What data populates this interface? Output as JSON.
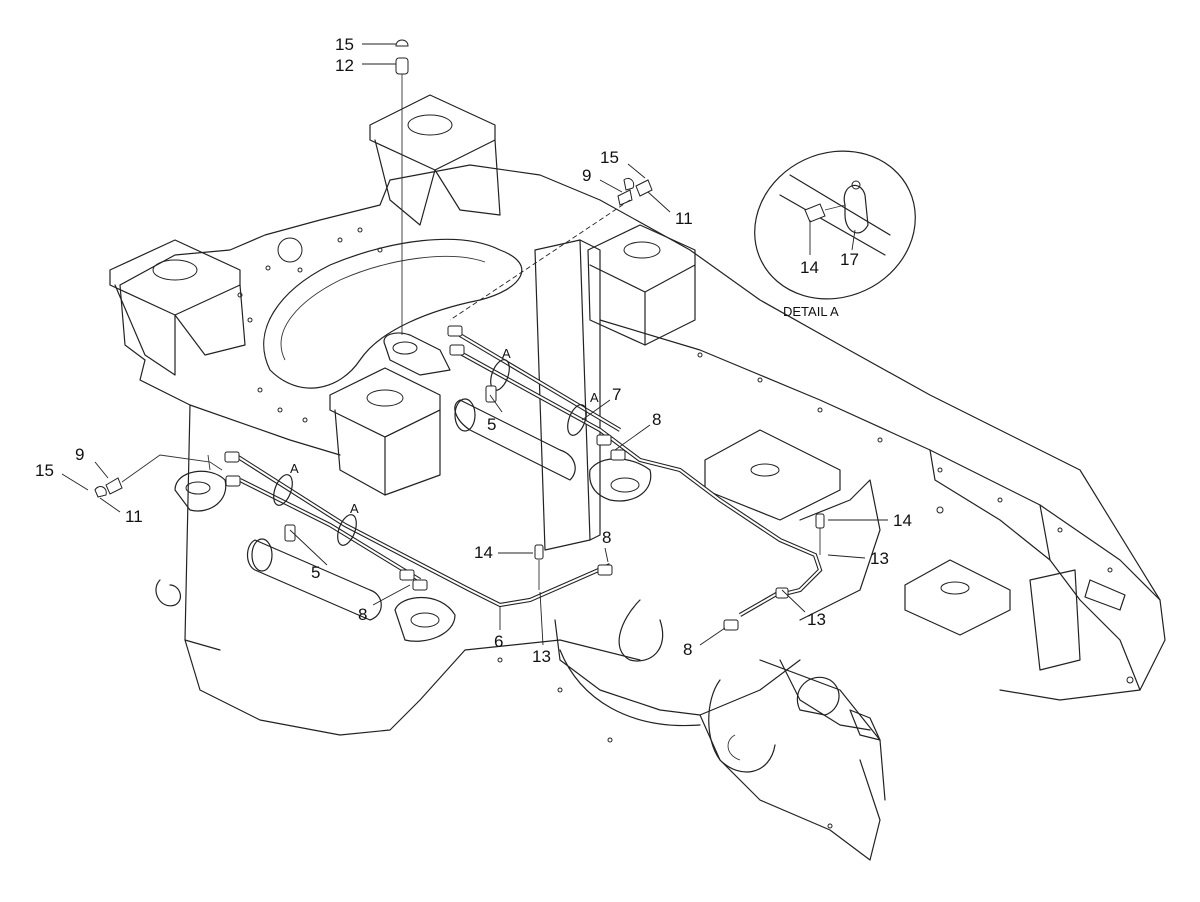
{
  "detail": {
    "caption": "DETAIL A"
  },
  "labels": {
    "top_15": "15",
    "top_12": "12",
    "r_15": "15",
    "r_9": "9",
    "r_11": "11",
    "l_9": "9",
    "l_15": "15",
    "l_11": "11",
    "d_14": "14",
    "d_17": "17",
    "a1": "A",
    "a2": "A",
    "a3": "A",
    "a4": "A",
    "p5a": "5",
    "p7": "7",
    "p8a": "8",
    "p5b": "5",
    "p8b": "8",
    "p6": "6",
    "p14a": "14",
    "p8c": "8",
    "p13a": "13",
    "p14b": "14",
    "p13b": "13",
    "p13c": "13",
    "p8d": "8"
  }
}
